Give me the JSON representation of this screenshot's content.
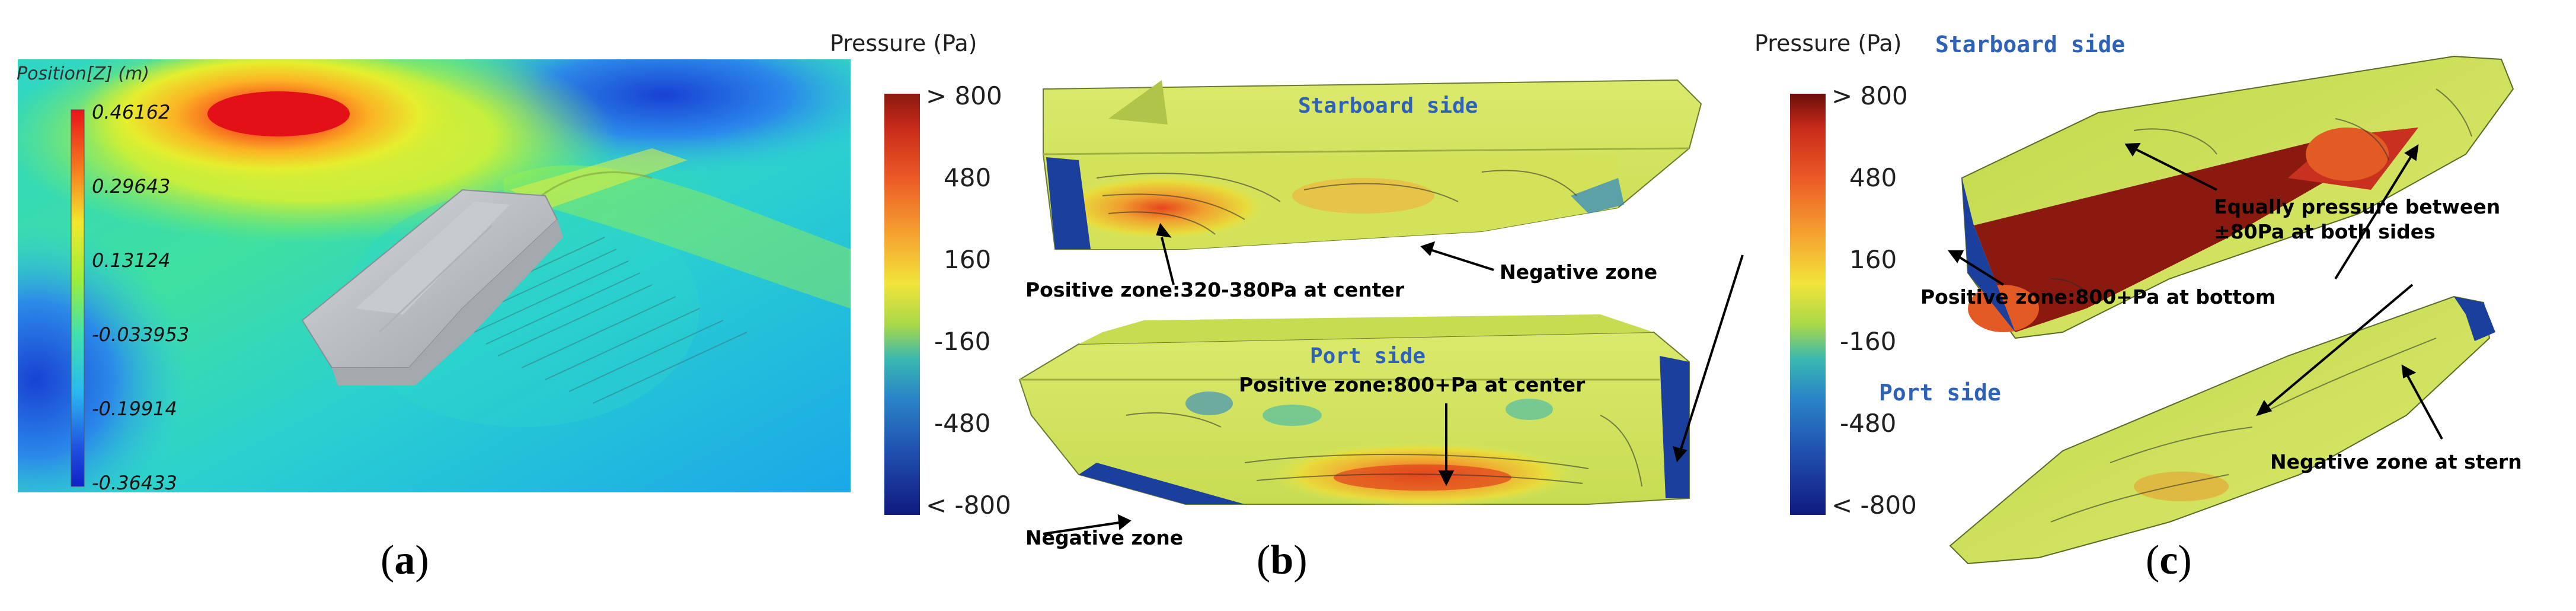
{
  "panel_a": {
    "axis_title": "Position[Z] (m)",
    "ticks": [
      "0.46162",
      "0.29643",
      "0.13124",
      "-0.033953",
      "-0.19914",
      "-0.36433"
    ],
    "sublabel": "a"
  },
  "panel_b": {
    "legend_title": "Pressure (Pa)",
    "ticks": [
      "> 800",
      "480",
      "160",
      "-160",
      "-480",
      "< -800"
    ],
    "side_top": "Starboard side",
    "side_bottom": "Port side",
    "annotations": {
      "pos_center_top": "Positive zone:320-380Pa at center",
      "neg_top": "Negative zone",
      "pos_center_bottom": "Positive zone:800+Pa at center",
      "neg_bottom": "Negative zone"
    },
    "sublabel": "b"
  },
  "panel_c": {
    "legend_title": "Pressure (Pa)",
    "ticks": [
      "> 800",
      "480",
      "160",
      "-160",
      "-480",
      "< -800"
    ],
    "side_top": "Starboard side",
    "side_bottom": "Port side",
    "annotations": {
      "equal_line1": "Equally pressure between",
      "equal_line2": "±80Pa at both sides",
      "pos_bottom": "Positive zone:800+Pa at bottom",
      "neg_stern": "Negative zone at stern"
    },
    "sublabel": "c"
  },
  "colors": {
    "hull": "#d4e65a",
    "hull_dark": "#b6cc3e",
    "positive": "#e0401c",
    "negative": "#1a3f9c",
    "label_blue": "#2e62b8"
  }
}
